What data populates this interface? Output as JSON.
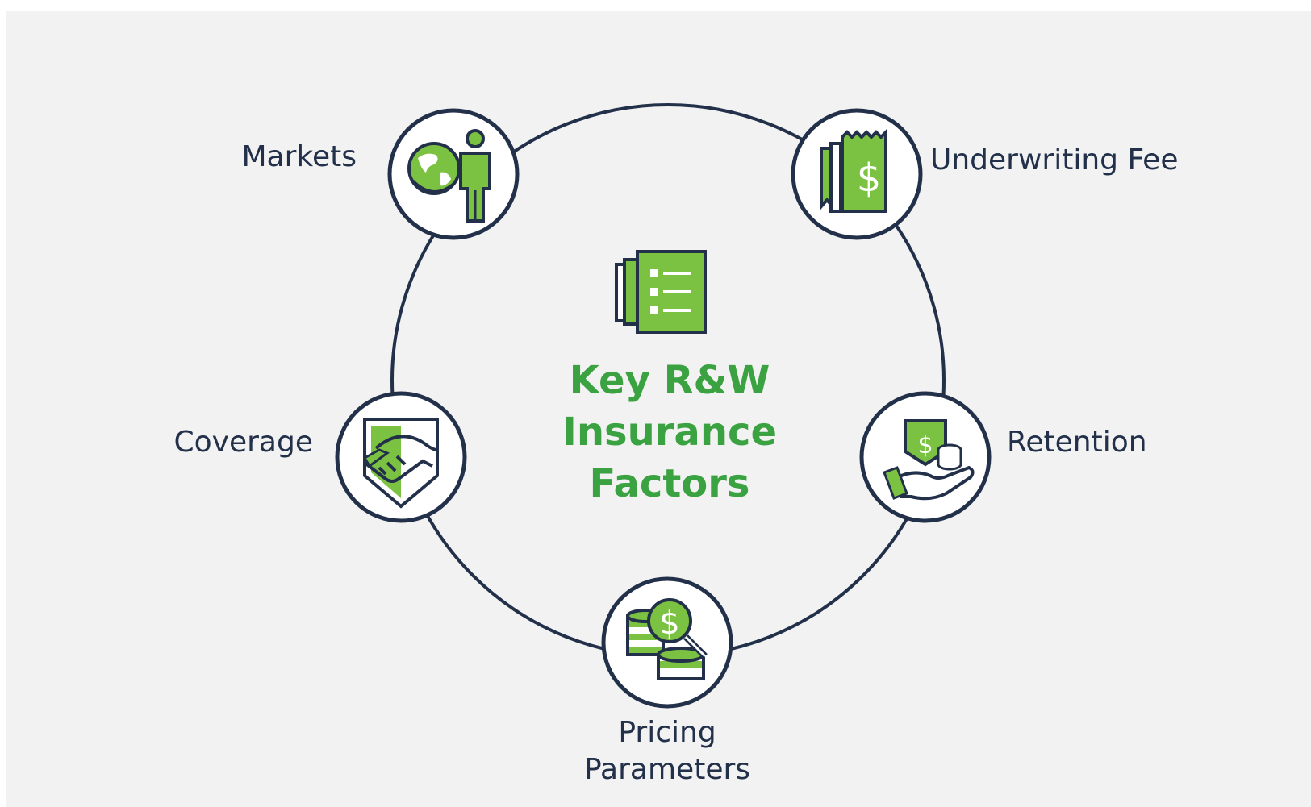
{
  "title_lines": [
    "Key R&W",
    "Insurance",
    "Factors"
  ],
  "nodes": {
    "markets": {
      "label": "Markets",
      "icon": "globe-person-icon"
    },
    "underwriting_fee": {
      "label": "Underwriting Fee",
      "icon": "fee-receipt-icon"
    },
    "retention": {
      "label": "Retention",
      "icon": "hand-money-icon"
    },
    "pricing_parameters": {
      "label_lines": [
        "Pricing",
        "Parameters"
      ],
      "icon": "coins-magnifier-icon"
    },
    "coverage": {
      "label": "Coverage",
      "icon": "handshake-shield-icon"
    }
  },
  "center_icon": "checklist-document-icon",
  "colors": {
    "background": "#f2f2f2",
    "outline": "#22304a",
    "accent_green": "#7cc242",
    "title_green": "#3aa240",
    "label_text": "#22304a"
  }
}
